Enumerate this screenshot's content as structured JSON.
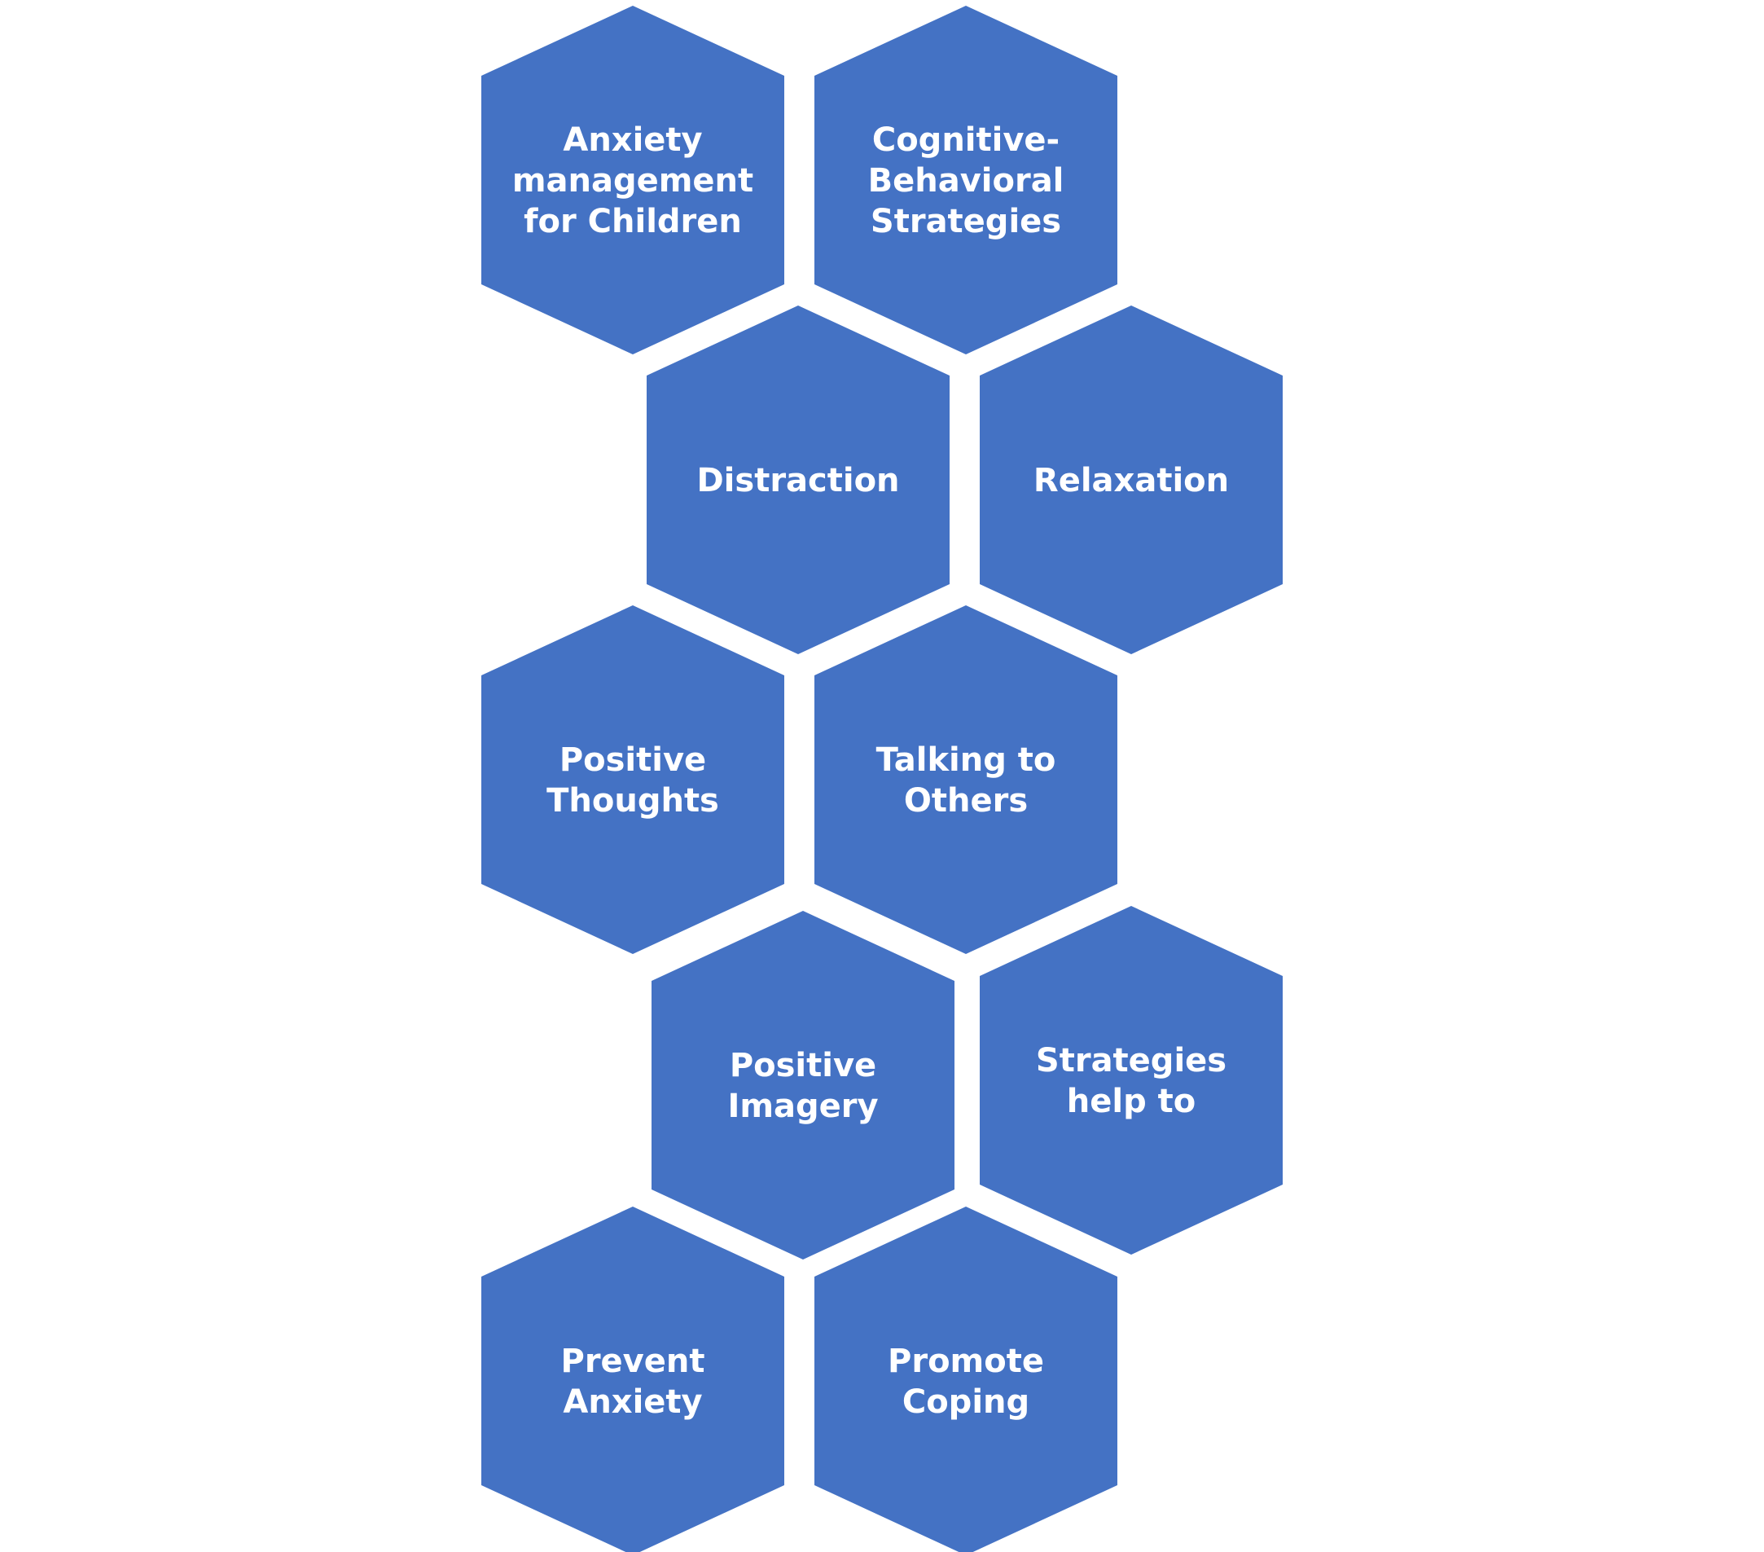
{
  "theme": {
    "hex_fill": "#4472C4",
    "text_color": "#FFFFFF",
    "background": "#FFFFFF"
  },
  "hexagons": [
    {
      "id": "anxiety-management",
      "lines": [
        "Anxiety",
        "management",
        "for Children"
      ]
    },
    {
      "id": "cognitive-behavioral",
      "lines": [
        "Cognitive-",
        "Behavioral",
        "Strategies"
      ]
    },
    {
      "id": "distraction",
      "lines": [
        "Distraction"
      ]
    },
    {
      "id": "relaxation",
      "lines": [
        "Relaxation"
      ]
    },
    {
      "id": "positive-thoughts",
      "lines": [
        "Positive",
        "Thoughts"
      ]
    },
    {
      "id": "talking-to-others",
      "lines": [
        "Talking to",
        "Others"
      ]
    },
    {
      "id": "positive-imagery",
      "lines": [
        "Positive",
        "Imagery"
      ]
    },
    {
      "id": "strategies-help-to",
      "lines": [
        "Strategies",
        "help to"
      ]
    },
    {
      "id": "prevent-anxiety",
      "lines": [
        "Prevent",
        "Anxiety"
      ]
    },
    {
      "id": "promote-coping",
      "lines": [
        "Promote",
        "Coping"
      ]
    }
  ]
}
